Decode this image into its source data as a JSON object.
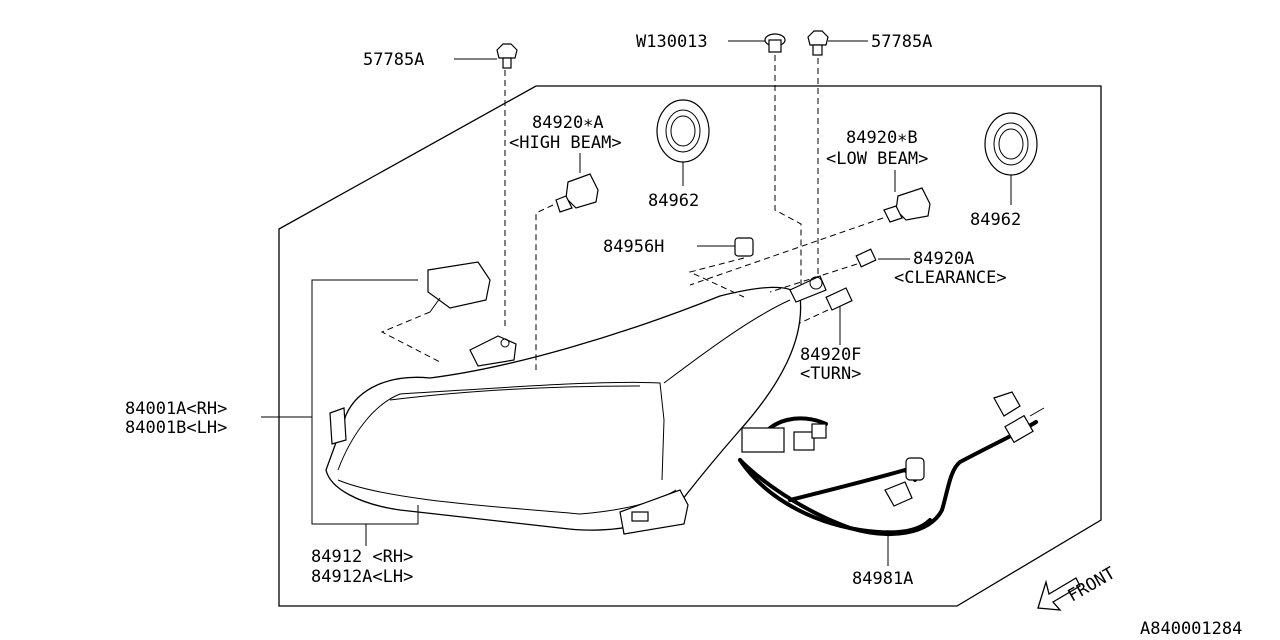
{
  "callouts": {
    "bolt_left": "57785A",
    "screw": "W130013",
    "bolt_right": "57785A",
    "high_beam_part": "84920∗A",
    "high_beam_name": "<HIGH BEAM>",
    "cap_left": "84962",
    "low_beam_part": "84920∗B",
    "low_beam_name": "<LOW BEAM>",
    "cap_right": "84962",
    "grommet": "84956H",
    "clearance_part": "84920A",
    "clearance_name": "<CLEARANCE>",
    "turn_part": "84920F",
    "turn_name": "<TURN>",
    "assembly_rh": "84001A<RH>",
    "assembly_lh": "84001B<LH>",
    "lens_rh": "84912  <RH>",
    "lens_lh": "84912A<LH>",
    "harness": "84981A"
  },
  "front_label": "FRONT",
  "diagram_id": "A840001284"
}
